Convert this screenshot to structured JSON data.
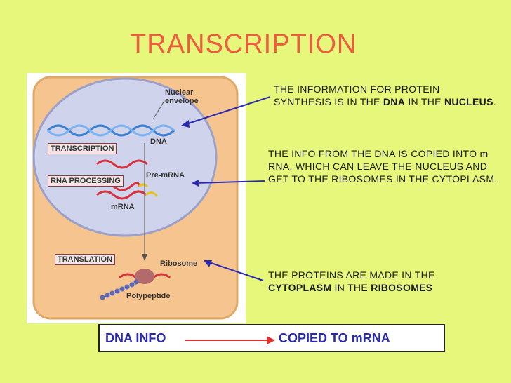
{
  "title": "TRANSCRIPTION",
  "figure": {
    "labels": {
      "nuclear_envelope": "Nuclear envelope",
      "dna": "DNA",
      "pre_mrna": "Pre-mRNA",
      "mrna": "mRNA",
      "ribosome": "Ribosome",
      "polypeptide": "Polypeptide"
    },
    "steps": {
      "transcription": "TRANSCRIPTION",
      "rna_processing": "RNA PROCESSING",
      "translation": "TRANSLATION"
    },
    "colors": {
      "cell": "#f6c58f",
      "nucleus": "#cfd3ec",
      "dna": "#3b7fd1",
      "rna": "#d8313a",
      "cap": "#e9c21f"
    }
  },
  "notes": {
    "note1": {
      "part1": "THE INFORMATION FOR PROTEIN SYNTHESIS IS IN THE ",
      "bold1": "DNA",
      "part2": " IN THE ",
      "bold2": "NUCLEUS",
      "part3": "."
    },
    "note2": "THE INFO FROM THE DNA IS COPIED INTO m RNA, WHICH CAN LEAVE THE NUCLEUS AND GET TO THE RIBOSOMES IN THE CYTOPLASM.",
    "note3": {
      "part1": "THE PROTEINS ARE MADE IN THE ",
      "bold1": "CYTOPLASM",
      "part2": " IN THE ",
      "bold2": "RIBOSOMES"
    }
  },
  "bottom": {
    "left": "DNA INFO",
    "right": "COPIED TO mRNA"
  },
  "colors": {
    "background": "#e6f77b",
    "title": "#ef5b3f",
    "pointer_arrows": "#2a2ab0",
    "bottom_text": "#2a2ab0",
    "bottom_arrow": "#e03030"
  }
}
